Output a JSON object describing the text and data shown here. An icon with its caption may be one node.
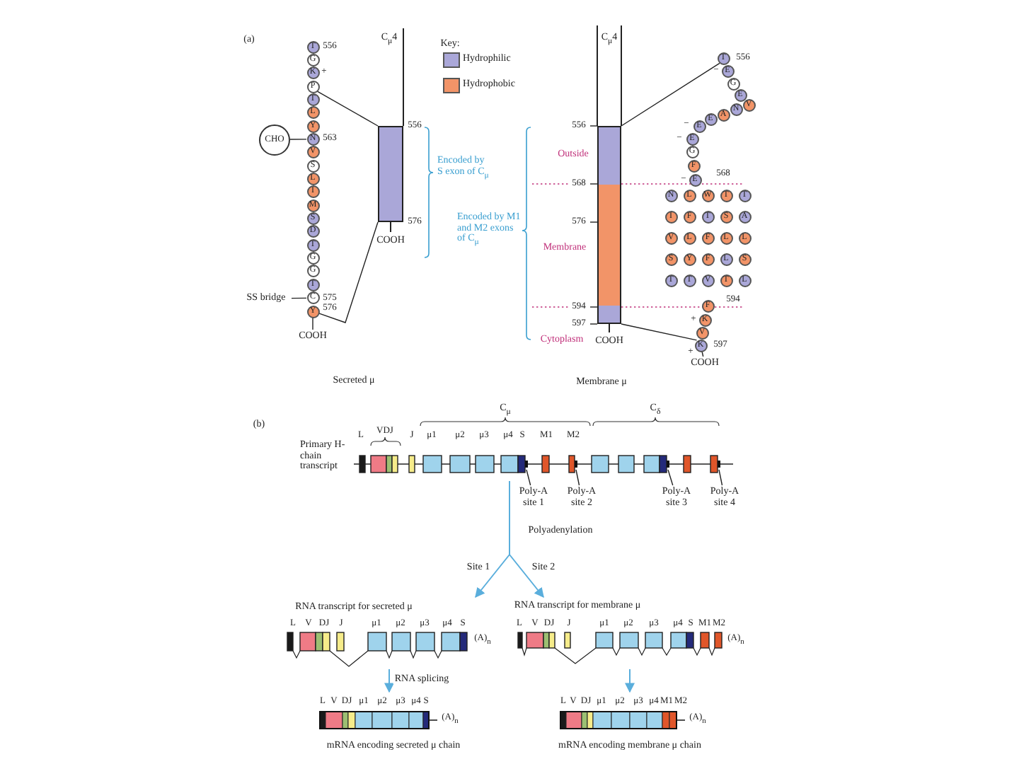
{
  "diagram": {
    "nodes": [
      {
        "text": [
          "CHO"
        ]
      },
      {
        "text": [
          "T"
        ],
        "beside": [
          "556"
        ]
      },
      {
        "text": [
          "G"
        ]
      },
      {
        "text": [
          "K"
        ],
        "beside": [
          "+"
        ]
      },
      {
        "text": [
          "P"
        ]
      },
      {
        "text": [
          "T"
        ]
      },
      {
        "text": [
          "L"
        ]
      },
      {
        "text": [
          "Y"
        ]
      },
      {
        "text": [
          "N"
        ],
        "beside": [
          "563"
        ]
      },
      {
        "text": [
          "V"
        ]
      },
      {
        "text": [
          "S"
        ]
      },
      {
        "text": [
          "L"
        ]
      },
      {
        "text": [
          "I"
        ]
      },
      {
        "text": [
          "M"
        ]
      },
      {
        "text": [
          "S"
        ]
      },
      {
        "text": [
          "D"
        ]
      },
      {
        "text": [
          "T"
        ]
      },
      {
        "text": [
          "G"
        ]
      },
      {
        "text": [
          "G"
        ]
      },
      {
        "text": [
          "T"
        ]
      },
      {
        "text": [
          "C"
        ],
        "beside": [
          "575"
        ]
      },
      {
        "text": [
          "Y"
        ],
        "beside": [
          "576"
        ]
      },
      {
        "text": [
          "SS bridge"
        ]
      },
      {
        "text": [
          "COOH"
        ]
      },
      {
        "text": [],
        "shape": "box",
        "beside": [
          "556",
          "576"
        ]
      },
      {
        "text": [],
        "shape": "box",
        "beside": [
          "556",
          "568",
          "576",
          "594",
          "597"
        ]
      },
      {
        "text": [
          "T"
        ],
        "beside": [
          "556"
        ]
      },
      {
        "text": [
          "E"
        ],
        "beside": [
          "−"
        ]
      },
      {
        "text": [
          "G"
        ]
      },
      {
        "text": [
          "E"
        ]
      },
      {
        "text": [
          "V"
        ]
      },
      {
        "text": [
          "N"
        ]
      },
      {
        "text": [
          "A"
        ]
      },
      {
        "text": [
          "E"
        ]
      },
      {
        "text": [
          "E"
        ],
        "beside": [
          "−"
        ]
      },
      {
        "text": [
          "E"
        ],
        "beside": [
          "−"
        ]
      },
      {
        "text": [
          "G"
        ]
      },
      {
        "text": [
          "F"
        ]
      },
      {
        "text": [
          "E"
        ],
        "beside": [
          "−",
          "568"
        ]
      },
      {
        "text": [
          "N"
        ]
      },
      {
        "text": [
          "L"
        ]
      },
      {
        "text": [
          "W"
        ]
      },
      {
        "text": [
          "T"
        ]
      },
      {
        "text": [
          "T"
        ]
      },
      {
        "text": [
          "A"
        ]
      },
      {
        "text": [
          "S"
        ]
      },
      {
        "text": [
          "T"
        ]
      },
      {
        "text": [
          "F"
        ]
      },
      {
        "text": [
          "I"
        ]
      },
      {
        "text": [
          "V"
        ]
      },
      {
        "text": [
          "L"
        ]
      },
      {
        "text": [
          "F"
        ]
      },
      {
        "text": [
          "L"
        ]
      },
      {
        "text": [
          "L"
        ]
      },
      {
        "text": [
          "S"
        ]
      },
      {
        "text": [
          "L"
        ]
      },
      {
        "text": [
          "F"
        ]
      },
      {
        "text": [
          "Y"
        ]
      },
      {
        "text": [
          "S"
        ]
      },
      {
        "text": [
          "T"
        ]
      },
      {
        "text": [
          "T"
        ]
      },
      {
        "text": [
          "V"
        ]
      },
      {
        "text": [
          "T"
        ]
      },
      {
        "text": [
          "L"
        ]
      },
      {
        "text": [
          "F"
        ],
        "beside": [
          "594"
        ]
      },
      {
        "text": [
          "K"
        ],
        "beside": [
          "+"
        ]
      },
      {
        "text": [
          "V"
        ]
      },
      {
        "text": [
          "K"
        ],
        "beside": [
          "+",
          "597"
        ]
      },
      {
        "text": [
          "COOH"
        ]
      },
      {
        "text": [
          "Primary H-chain transcript",
          "C$_{μ}$",
          "C$_{δ}$",
          "L",
          "VDJ",
          "J",
          "μ1",
          "μ2",
          "μ3",
          "μ4",
          "S",
          "M1",
          "M2"
        ]
      },
      {
        "text": [
          "Poly-A site 1"
        ]
      },
      {
        "text": [
          "Poly-A site 2"
        ]
      },
      {
        "text": [
          "Poly-A site 3"
        ]
      },
      {
        "text": [
          "Poly-A site 4"
        ]
      },
      {
        "text": [
          "RNA transcript for secreted μ",
          "L",
          "V",
          "DJ",
          "J",
          "μ1",
          "μ2",
          "μ3",
          "μ4",
          "S",
          "(A)$_{n}$"
        ]
      },
      {
        "text": [
          "RNA transcript for membrane μ",
          "L",
          "V",
          "DJ",
          "J",
          "μ1",
          "μ2",
          "μ3",
          "μ4",
          "S",
          "M1",
          "M2",
          "(A)$_{n}$"
        ]
      },
      {
        "text": [
          "L",
          "V",
          "DJ",
          "μ1",
          "μ2",
          "μ3",
          "μ4",
          "S",
          "(A)$_{n}$",
          "mRNA encoding secreted μ chain"
        ]
      },
      {
        "text": [
          "L",
          "V",
          "DJ",
          "μ1",
          "μ2",
          "μ3",
          "μ4",
          "M1",
          "M2",
          "(A)$_{n}$",
          "mRNA encoding membrane μ chain"
        ]
      }
    ],
    "edges": [
      {
        "from": 0,
        "to": 8,
        "arrow": "none"
      },
      {
        "from": 22,
        "to": 20,
        "arrow": "none"
      },
      {
        "from": 21,
        "to": 23,
        "arrow": "none"
      },
      {
        "from": 4,
        "to": 24,
        "arrow": "none"
      },
      {
        "from": 21,
        "to": 24,
        "arrow": "none"
      },
      {
        "from": 25,
        "to": 26,
        "arrow": "none"
      },
      {
        "from": 25,
        "to": 67,
        "arrow": "none"
      },
      {
        "from": 67,
        "to": 68,
        "arrow": "none"
      },
      {
        "from": 70,
        "to": null,
        "arrow": "none"
      },
      {
        "from": 71,
        "to": null,
        "arrow": "none"
      },
      {
        "from": 72,
        "to": null,
        "arrow": "none"
      },
      {
        "from": 73,
        "to": null,
        "arrow": "none"
      },
      {
        "from": 69,
        "to": 74,
        "arrow": "to",
        "label": "Site 1",
        "color": "#5aaedc"
      },
      {
        "from": 69,
        "to": 75,
        "arrow": "to",
        "label": "Site 2",
        "color": "#5aaedc"
      },
      {
        "from": 74,
        "to": 76,
        "arrow": "to",
        "label": "RNA splicing",
        "color": "#5aaedc"
      },
      {
        "from": 75,
        "to": 77,
        "arrow": "to",
        "color": "#5aaedc"
      }
    ],
    "labels": [
      "(a)",
      "C$_{μ}$4",
      "COOH",
      "Key:",
      "Encoded by S exon of C$_{μ}$",
      "Encoded by M1 and M2 exons of C$_{μ}$",
      "C$_{μ}$4",
      "Outside",
      "Membrane",
      "Cytoplasm",
      "COOH",
      "Secreted μ",
      "Membrane μ",
      "(b)",
      "Polyadenylation"
    ],
    "legend": [
      {
        "text": "Hydrophilic",
        "color": "#aaa7d8"
      },
      {
        "text": "Hydrophobic",
        "color": "#f29468"
      }
    ]
  }
}
